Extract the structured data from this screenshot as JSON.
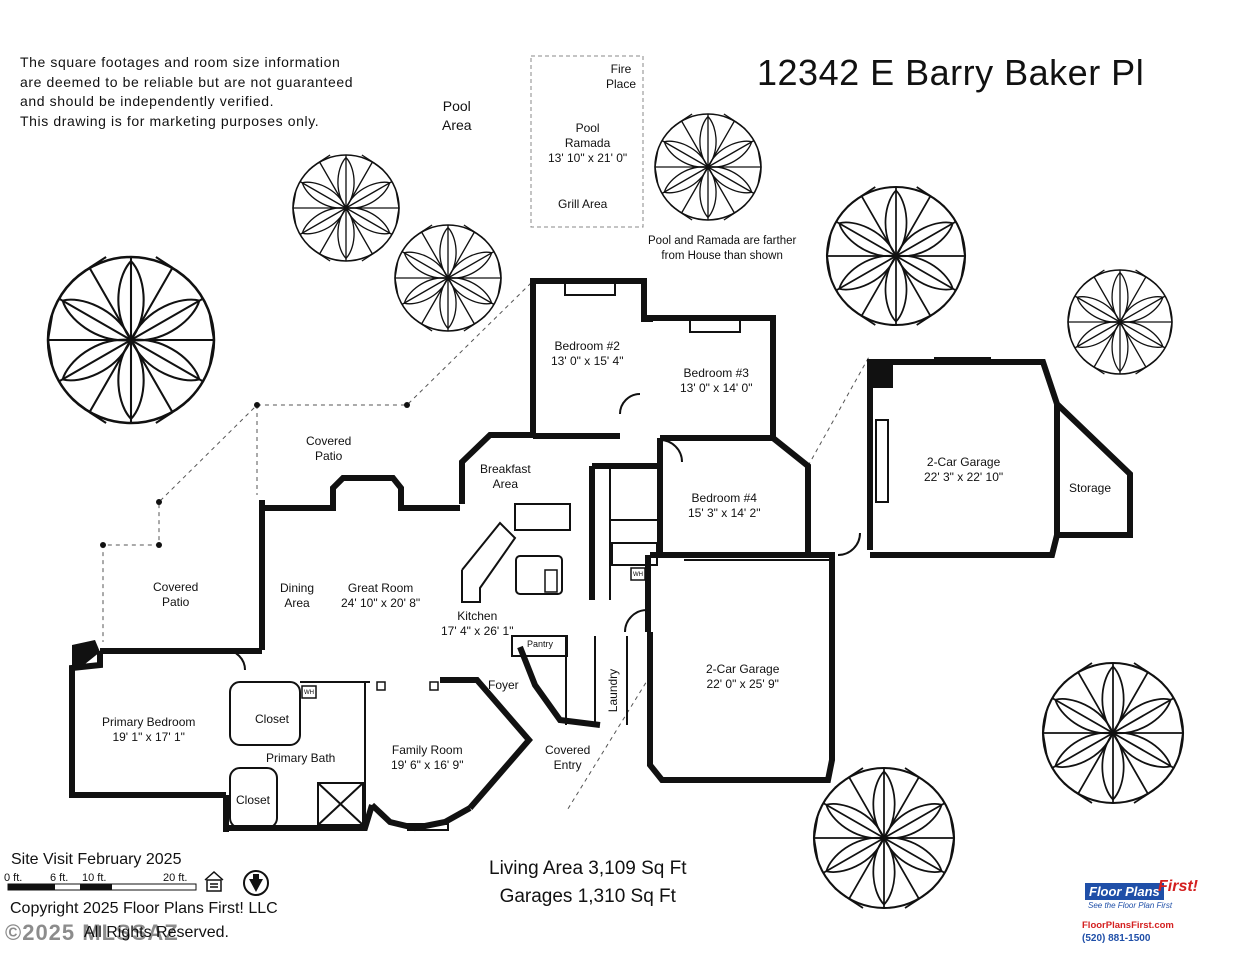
{
  "title": "12342 E Barry Baker Pl",
  "disclaimer": [
    "The square footages and room size information",
    "are deemed to be reliable but are not guaranteed",
    "and should be independently verified.",
    "This drawing is for marketing purposes only."
  ],
  "pool_area": [
    "Pool",
    "Area"
  ],
  "pool_note": [
    "Pool and Ramada are farther",
    "from House than shown"
  ],
  "rooms": {
    "fireplace": [
      "Fire",
      "Place"
    ],
    "pool_ramada": [
      "Pool",
      "Ramada",
      "13' 10\" x 21' 0\""
    ],
    "grill_area": [
      "Grill Area"
    ],
    "bedroom2": [
      "Bedroom #2",
      "13' 0\" x 15' 4\""
    ],
    "bedroom3": [
      "Bedroom #3",
      "13' 0\" x 14' 0\""
    ],
    "bedroom4": [
      "Bedroom #4",
      "15' 3\" x 14' 2\""
    ],
    "garage_top": [
      "2-Car Garage",
      "22' 3\" x 22' 10\""
    ],
    "storage": [
      "Storage"
    ],
    "covered_patio_top": [
      "Covered",
      "Patio"
    ],
    "breakfast": [
      "Breakfast",
      "Area"
    ],
    "covered_patio_left": [
      "Covered",
      "Patio"
    ],
    "dining": [
      "Dining",
      "Area"
    ],
    "great_room": [
      "Great Room",
      "24' 10\" x 20' 8\""
    ],
    "kitchen": [
      "Kitchen",
      "17' 4\" x 26' 1\""
    ],
    "pantry": [
      "Pantry"
    ],
    "garage_bottom": [
      "2-Car Garage",
      "22' 0\" x 25' 9\""
    ],
    "laundry": [
      "Laundry"
    ],
    "foyer": [
      "Foyer"
    ],
    "covered_entry": [
      "Covered",
      "Entry"
    ],
    "primary_bedroom": [
      "Primary Bedroom",
      "19' 1\" x 17' 1\""
    ],
    "closet1": [
      "Closet"
    ],
    "primary_bath": [
      "Primary Bath"
    ],
    "closet2": [
      "Closet"
    ],
    "family_room": [
      "Family Room",
      "19' 6\" x 16' 9\""
    ]
  },
  "appliance_label": "WH",
  "totals": [
    "Living Area 3,109 Sq Ft",
    "Garages 1,310 Sq Ft"
  ],
  "site_visit": "Site Visit February 2025",
  "scale": [
    "0 ft.",
    "6 ft.",
    "10 ft.",
    "20 ft."
  ],
  "copyright": "Copyright 2025 Floor Plans First! LLC",
  "rights": "All Rights Reserved.",
  "watermark": "©2025 MLSSAZ",
  "logo": {
    "name": "Floor Plans",
    "name_accent": "First!",
    "tagline": "See the Floor Plan First",
    "url": "FloorPlansFirst.com",
    "phone": "(520) 881-1500",
    "brand_blue": "#1f4fa8",
    "brand_red": "#d42020"
  },
  "icons": [
    "tree-icon",
    "equal-housing-icon",
    "north-arrow-icon",
    "fireplace-icon",
    "water-heater-icon"
  ]
}
